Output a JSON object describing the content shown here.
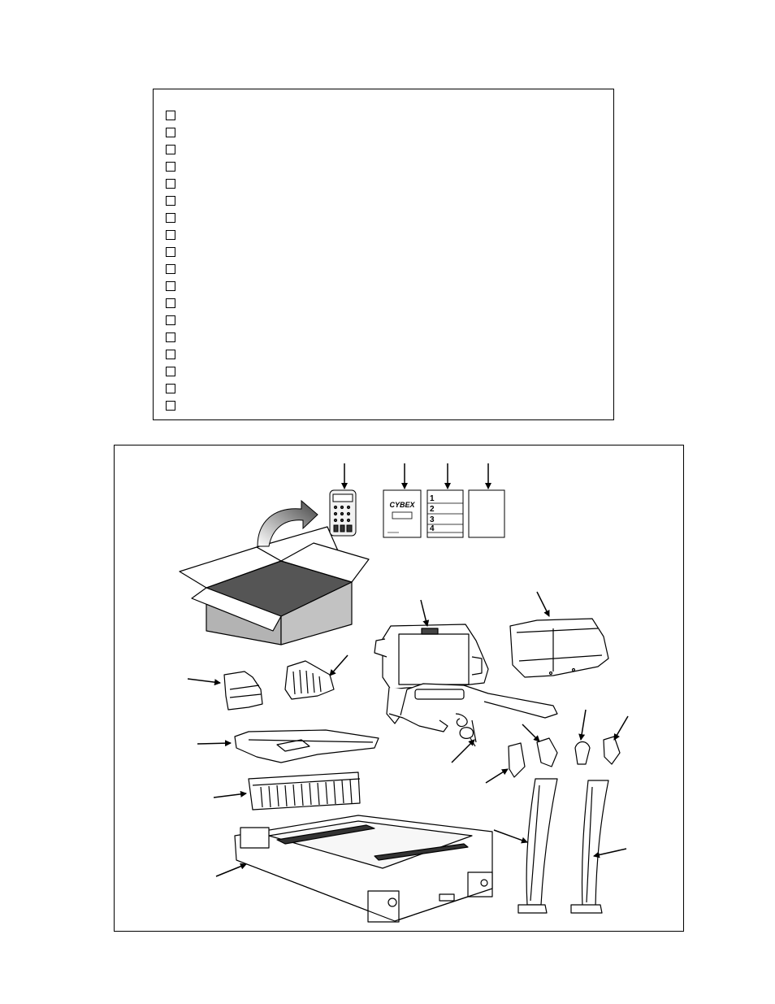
{
  "checklist": {
    "items": [
      {
        "label": ""
      },
      {
        "label": ""
      },
      {
        "label": ""
      },
      {
        "label": ""
      },
      {
        "label": ""
      },
      {
        "label": ""
      },
      {
        "label": ""
      },
      {
        "label": ""
      },
      {
        "label": ""
      },
      {
        "label": ""
      },
      {
        "label": ""
      },
      {
        "label": ""
      },
      {
        "label": ""
      },
      {
        "label": ""
      },
      {
        "label": ""
      },
      {
        "label": ""
      },
      {
        "label": ""
      },
      {
        "label": ""
      }
    ]
  },
  "illustration": {
    "manual_brand": "CYBEX",
    "card_numbers": [
      "1",
      "2",
      "3",
      "4"
    ]
  }
}
